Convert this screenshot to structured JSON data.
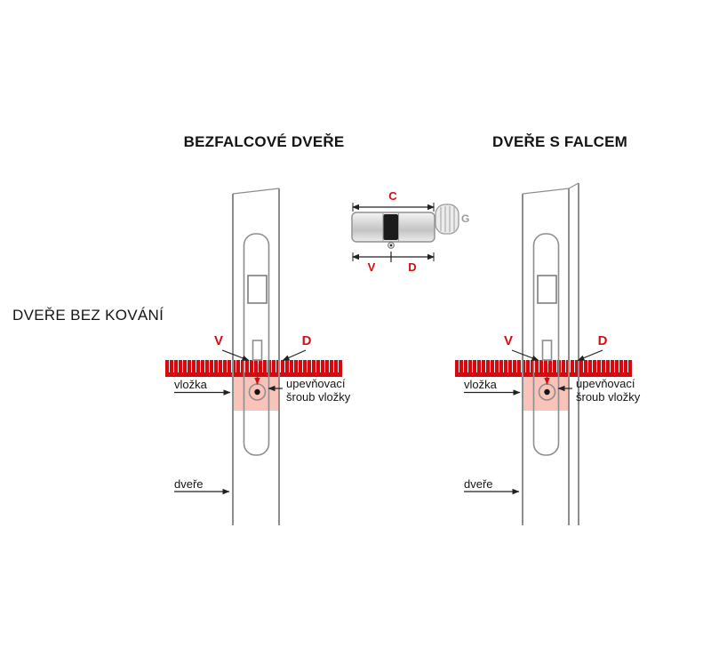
{
  "titles": {
    "left": "BEZFALCOVÉ DVEŘE",
    "right": "DVEŘE S FALCEM",
    "side_label": "DVEŘE BEZ KOVÁNÍ"
  },
  "cylinder_legend": {
    "c": "C",
    "v": "V",
    "d": "D",
    "g": "G"
  },
  "panels": {
    "left": {
      "v": "V",
      "d": "D",
      "cylinder_label": "vložka",
      "screw_label_line1": "upevňovací",
      "screw_label_line2": "šroub vložky",
      "door_label": "dveře"
    },
    "right": {
      "v": "V",
      "d": "D",
      "cylinder_label": "vložka",
      "screw_label_line1": "upevňovací",
      "screw_label_line2": "šroub vložky",
      "door_label": "dveře"
    }
  },
  "colors": {
    "accent_red": "#d40d12",
    "highlight_pink": "#f9c3ba",
    "line_gray": "#8e8e8e"
  }
}
